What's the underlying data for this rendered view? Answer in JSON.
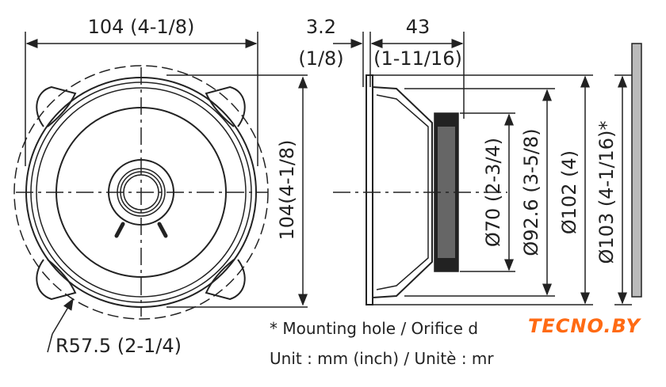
{
  "front_view": {
    "width_dim": "104 (4-1/8)",
    "height_dim": "104(4-1/8)",
    "radius_dim": "R57.5 (2-1/4)"
  },
  "side_view": {
    "flange_dim": "3.2",
    "flange_dim_inch": "(1/8)",
    "depth_dim": "43",
    "depth_dim_inch": "(1-11/16)",
    "diam_1": "Ø70 (2-3/4)",
    "diam_2": "Ø92.6 (3-5/8)",
    "diam_3": "Ø102 (4)",
    "diam_4": "Ø103 (4-1/16)*"
  },
  "notes": {
    "mounting": "* Mounting hole / Orifice d",
    "unit": "Unit : mm (inch) / Unitè : mr"
  },
  "watermark": "TECNO.BY",
  "colors": {
    "line": "#222222",
    "logo": "#ff6a13"
  }
}
